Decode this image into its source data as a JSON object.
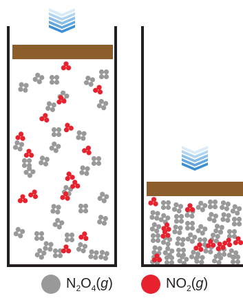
{
  "colors": {
    "wall": "#231f20",
    "piston": "#8b5e2b",
    "piston_edge": "#5f3d17",
    "arrow": "#3d8fd4",
    "n2o4": "#999999",
    "no2": "#e8212e"
  },
  "icons": {
    "left_arrow": "chevron-down-stack-icon",
    "right_arrow": "chevron-down-stack-icon"
  },
  "legend": [
    {
      "id": "n2o4",
      "color_key": "n2o4",
      "parts": [
        [
          "N",
          ""
        ],
        [
          "2",
          "sub"
        ],
        [
          "O",
          ""
        ],
        [
          "4",
          "sub"
        ],
        [
          "(",
          ""
        ],
        [
          "g",
          "i"
        ],
        [
          ")",
          ""
        ]
      ]
    },
    {
      "id": "no2",
      "color_key": "no2",
      "parts": [
        [
          "NO",
          ""
        ],
        [
          "2",
          "sub"
        ],
        [
          "(",
          ""
        ],
        [
          "g",
          "i"
        ],
        [
          ")",
          ""
        ]
      ]
    }
  ]
}
